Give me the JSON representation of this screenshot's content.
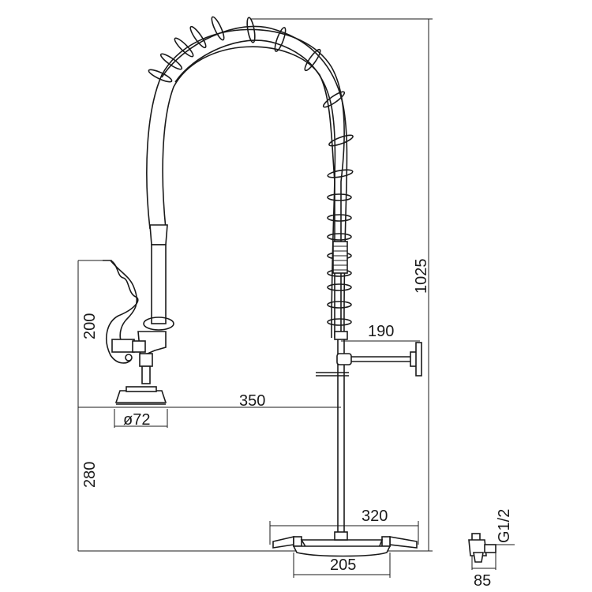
{
  "dimensions": {
    "height_total": "1025",
    "spray_handle_height": "200",
    "spray_mount_height": "280",
    "reach": "350",
    "spray_head_diameter": "ø72",
    "wall_bracket_offset": "190",
    "wall_mount_width": "320",
    "inlet_spacing": "205",
    "inlet_depth": "85",
    "inlet_thread": "G1/2"
  },
  "colors": {
    "line": "#1a1a1a",
    "background": "#ffffff"
  }
}
